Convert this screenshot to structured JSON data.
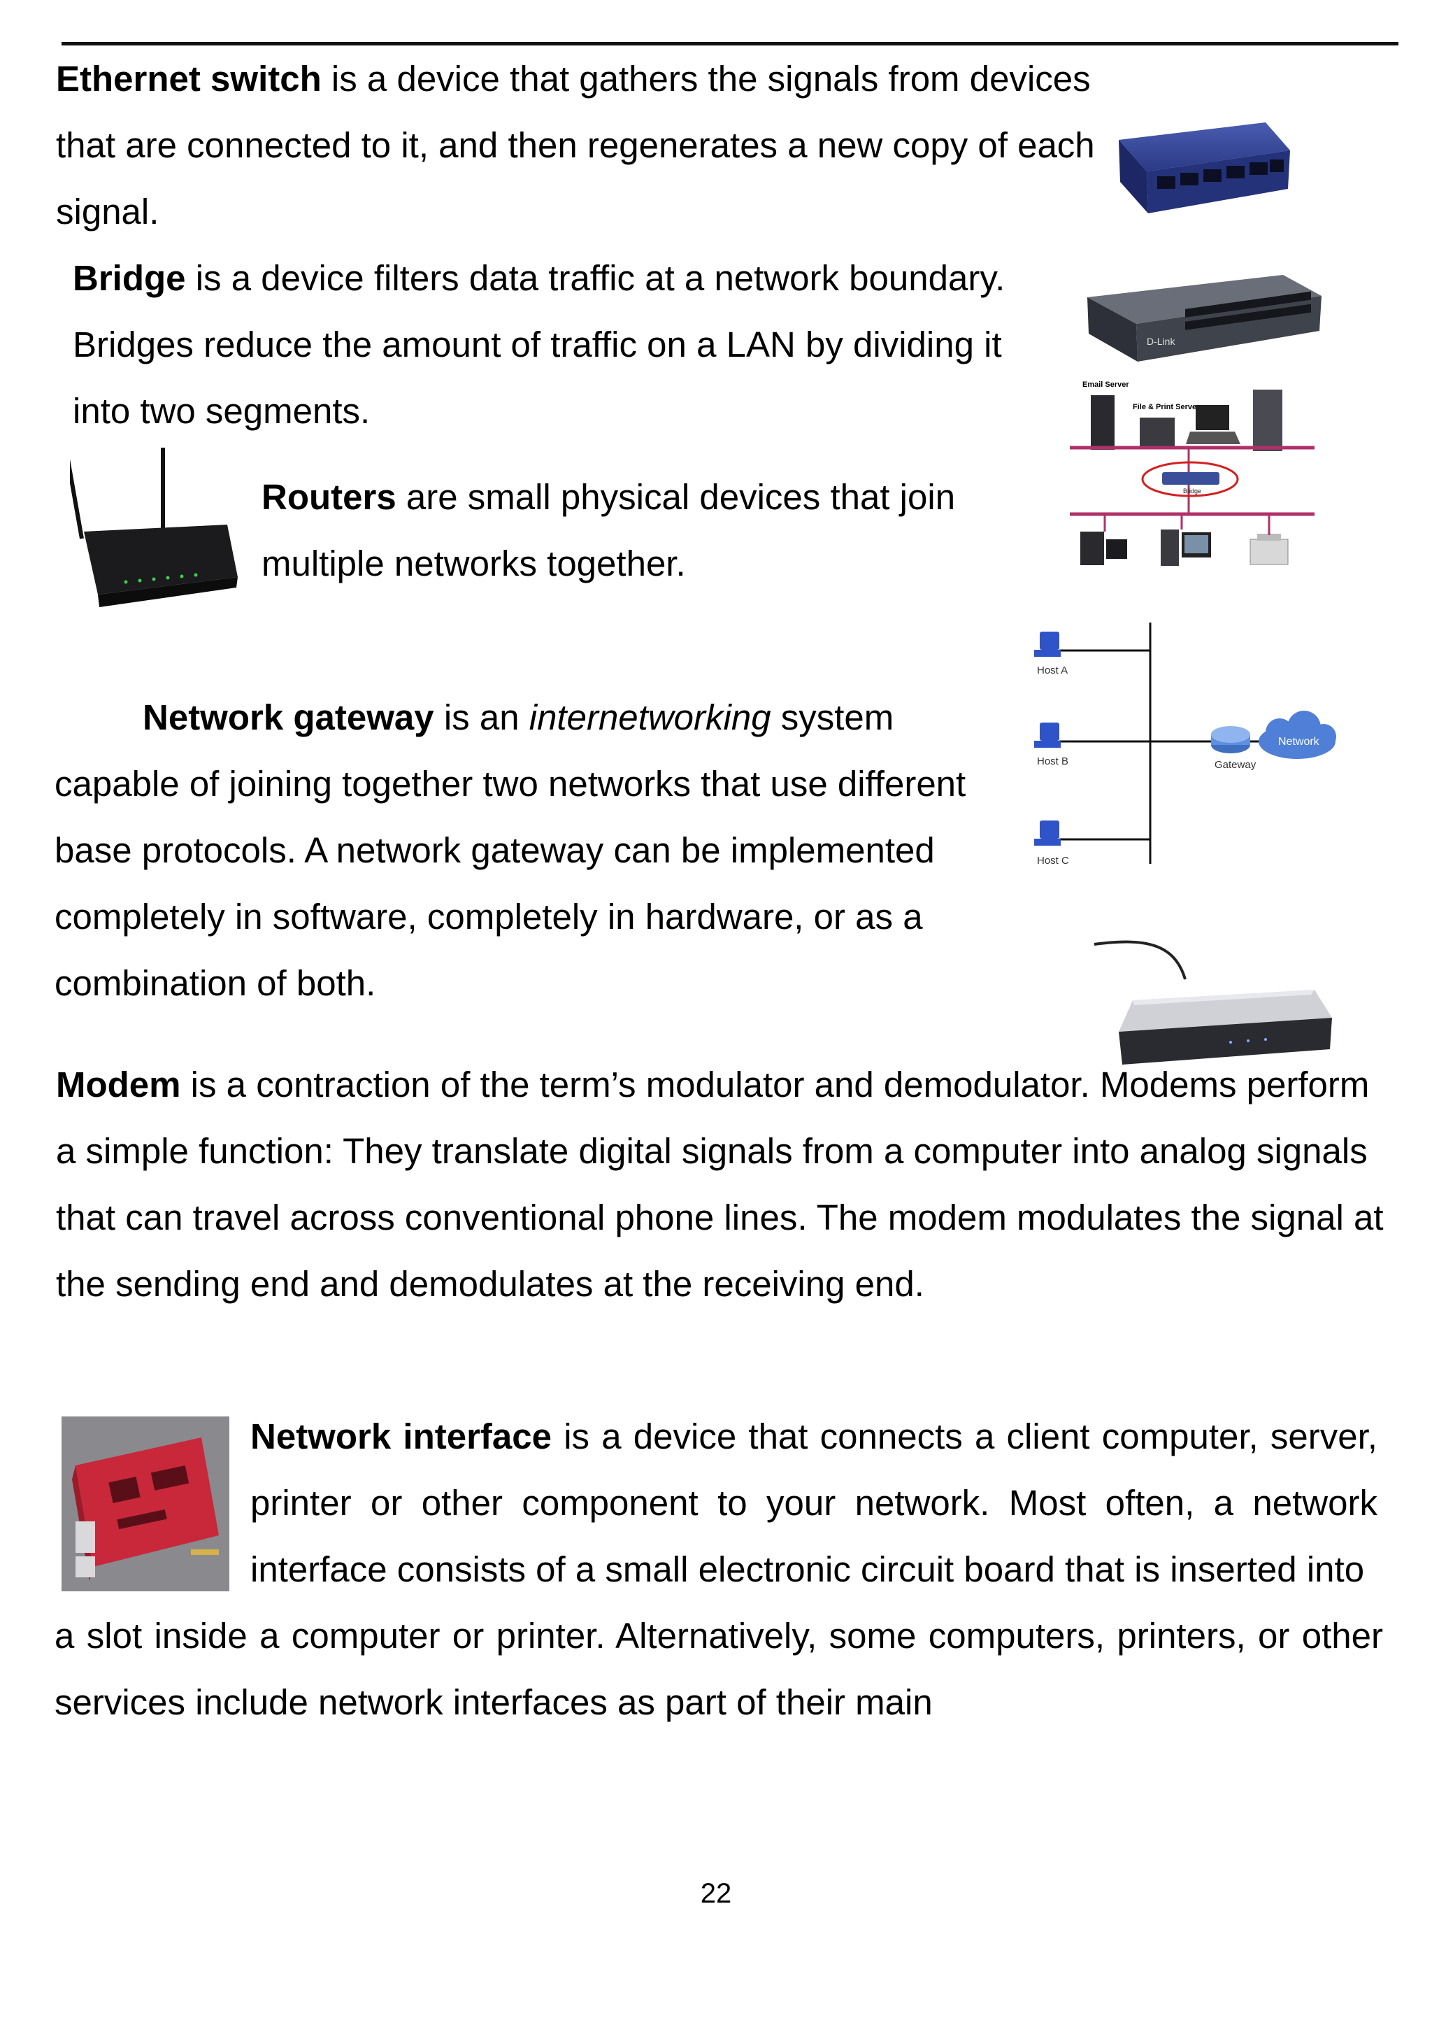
{
  "paragraphs": {
    "ethernet": {
      "term": "Ethernet switch",
      "body": " is a device that gathers the signals from devices that are connected to it, and then regenerates a new copy of each signal."
    },
    "bridge": {
      "term": "Bridge",
      "body": " is a device filters data traffic at a network boundary. Bridges reduce the amount of traffic on a LAN by dividing it into two segments."
    },
    "routers": {
      "term": "Routers",
      "body": " are small physical devices that join multiple networks together."
    },
    "gateway": {
      "term": "Network gateway",
      "body_a": " is an ",
      "body_em": "internetworking",
      "body_b": " system capable of joining together two networks that use different base protocols. A network gateway can be implemented completely in software, completely in hardware, or as a combination of both."
    },
    "modem": {
      "term": "Modem",
      "body": " is a contraction of the term’s modulator and demodulator. Modems perform a simple function: They translate digital signals from a computer into analog signals that can travel across conventional phone lines. The modem modulates the signal at the sending end and demodulates at the receiving end."
    },
    "nic": {
      "term": "Network interface",
      "body": " is a device that connects a client computer, server, printer or other component to your network. Most often, a network interface consists of a small electronic circuit board that is inserted into a slot inside a computer or printer. Alternatively, some computers, printers, or other services include network interfaces as part of their main"
    }
  },
  "figures": {
    "bridge_diagram": {
      "labels": [
        "Email Server",
        "File & Print Server",
        "Bridge"
      ],
      "switch_brand": "D-Link"
    },
    "gateway_diagram": {
      "hosts": [
        "Host A",
        "Host B",
        "Host C"
      ],
      "gateway_label": "Gateway",
      "network_label": "Network"
    }
  },
  "page_number": "22",
  "colors": {
    "switch_blue": "#2e3f8f",
    "bridge_line": "#b0306a",
    "highlight_red": "#d42020",
    "nic_board": "#c8283a",
    "gateway_blue": "#4f7fd6"
  }
}
